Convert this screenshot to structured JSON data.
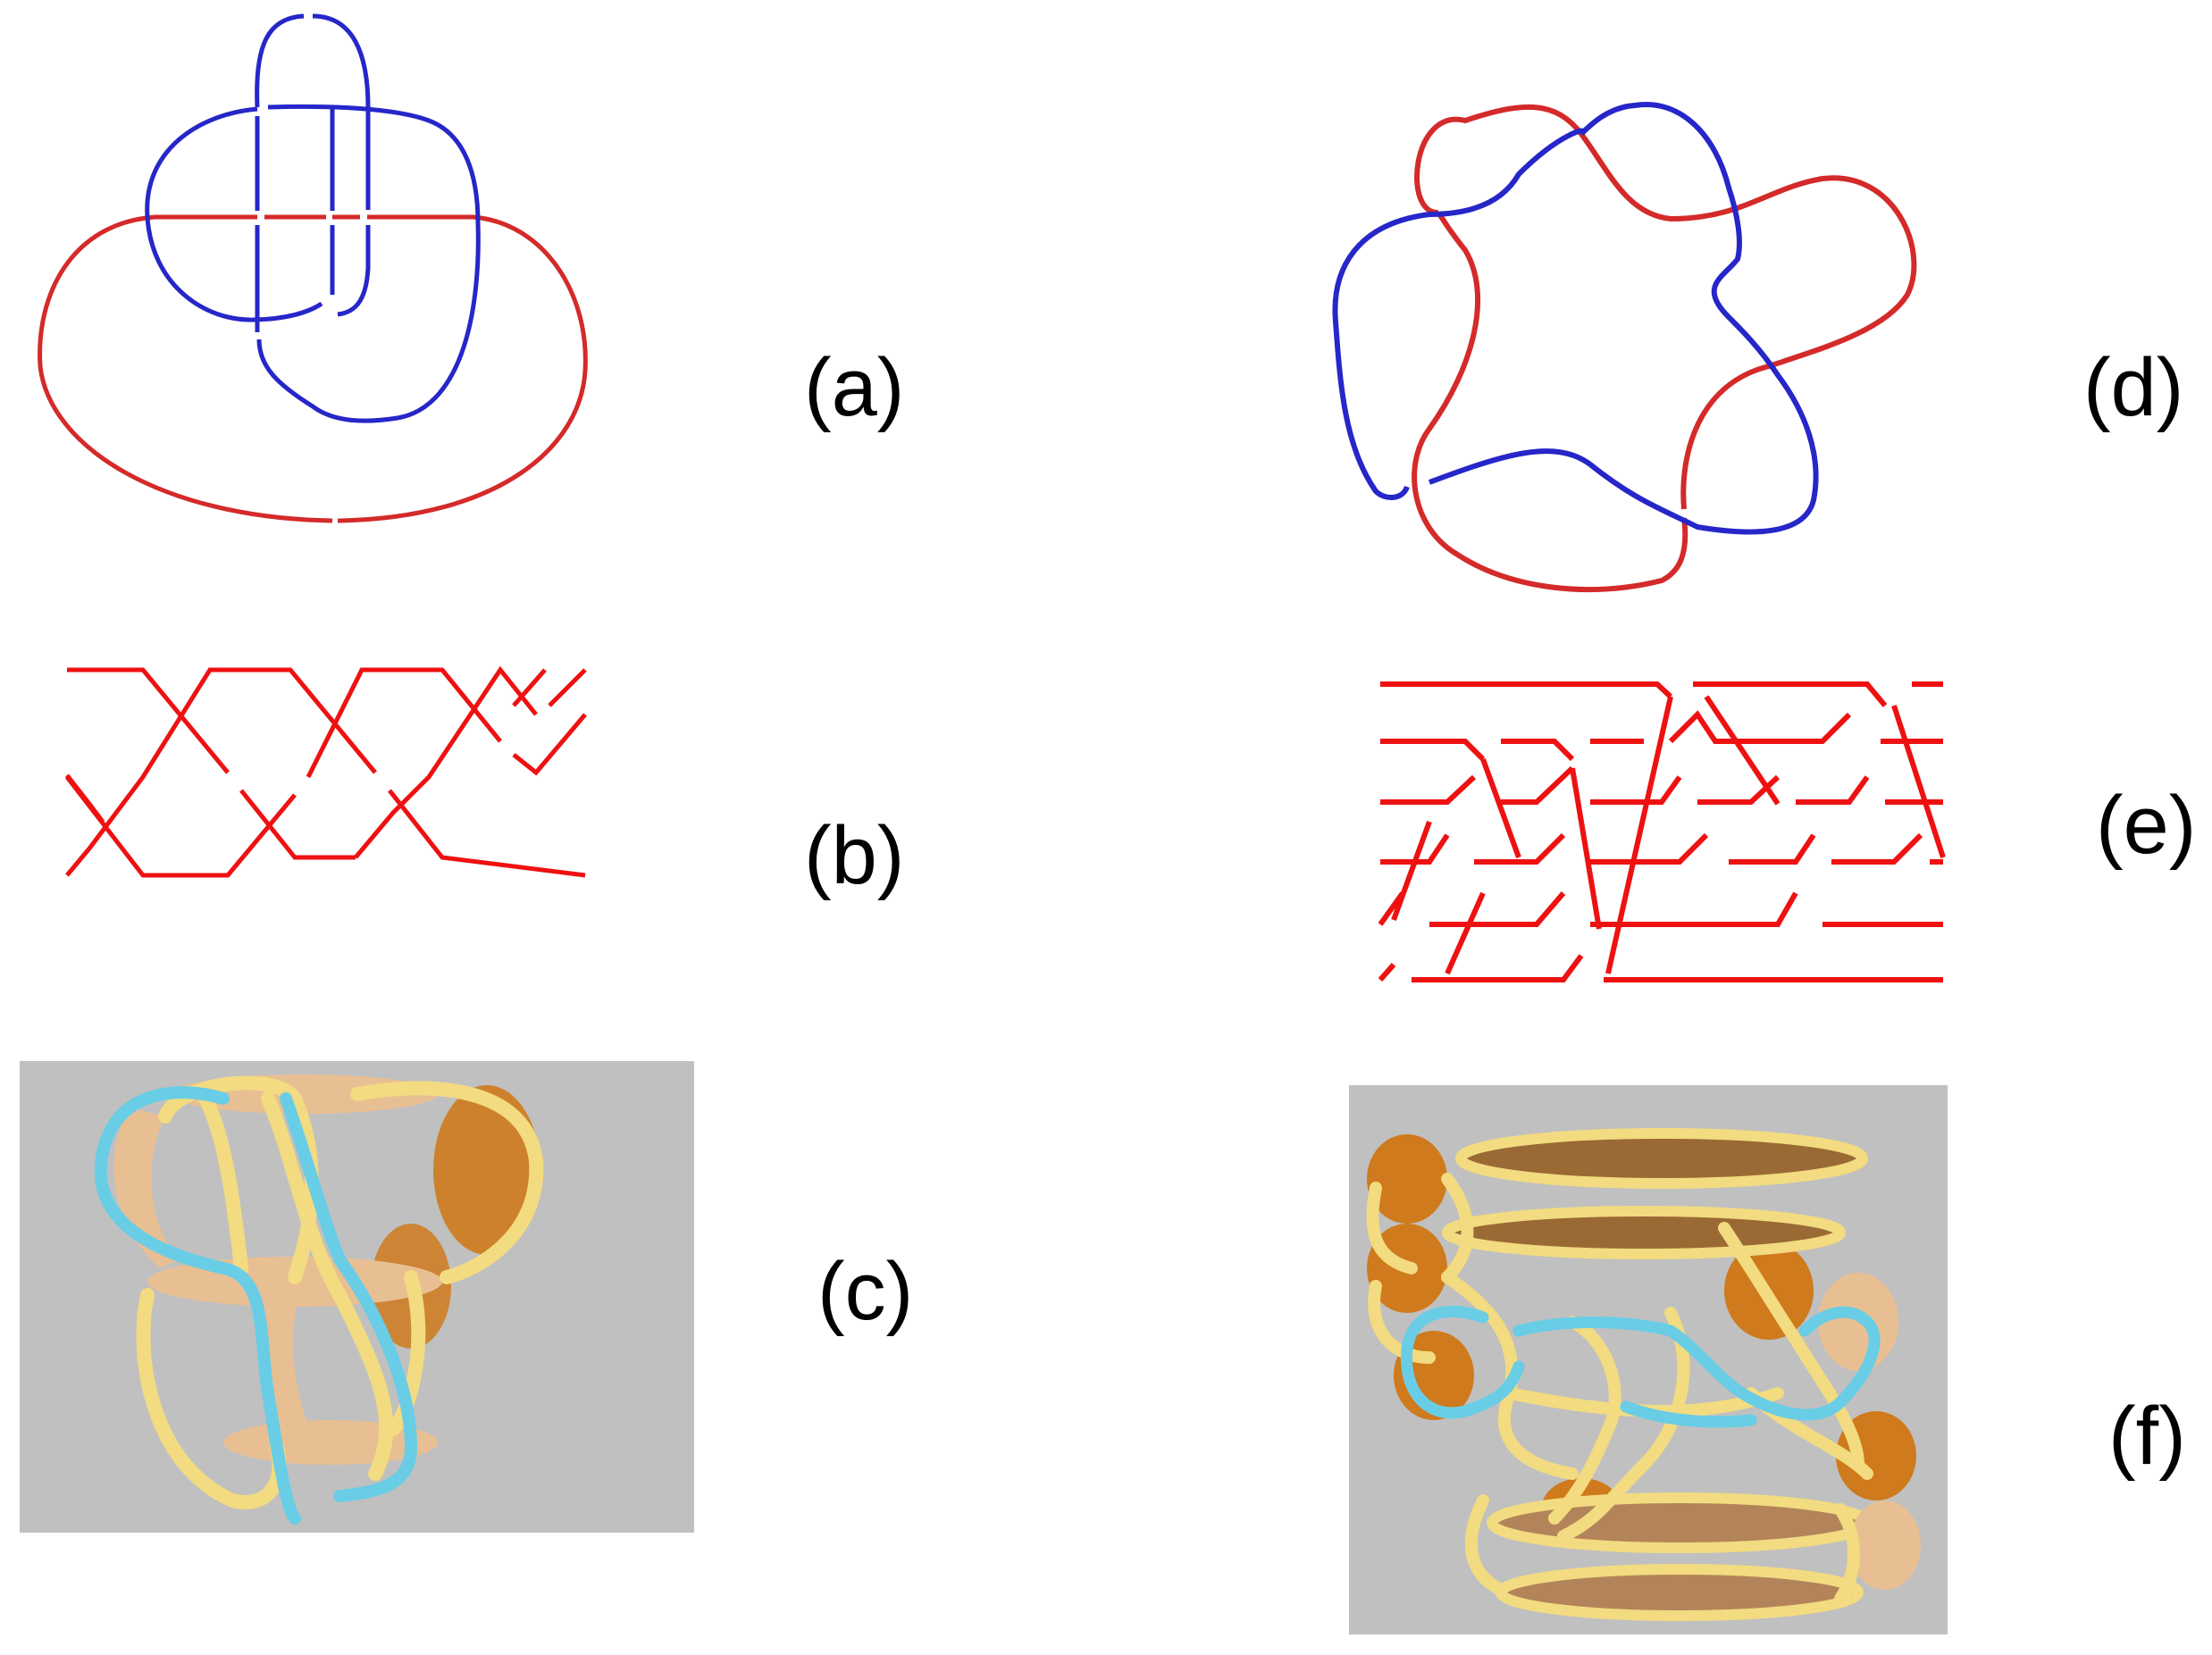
{
  "labels": {
    "a": "(a)",
    "b": "(b)",
    "c": "(c)",
    "d": "(d)",
    "e": "(e)",
    "f": "(f)"
  },
  "colors": {
    "red": "#d42a2a",
    "blue": "#2626c9",
    "braid_red": "#ee1111",
    "cyan": "#69cde6",
    "yellow_tube": "#f2db80",
    "tan_surface": "#e8bf93",
    "orange_surface": "#cf7a1c",
    "background_gray": "#c0c0c0"
  }
}
